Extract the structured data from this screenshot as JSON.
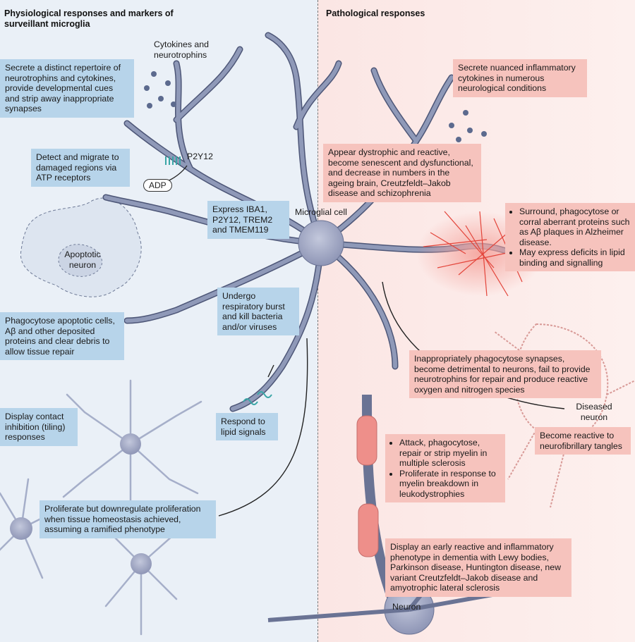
{
  "headers": {
    "left": "Physiological responses and markers of surveillant microglia",
    "right": "Pathological responses"
  },
  "labels": {
    "cytokines": "Cytokines and neurotrophins",
    "p2y12": "P2Y12",
    "adp": "ADP",
    "microglial_cell": "Microglial cell",
    "apoptotic_neuron": "Apoptotic neuron",
    "diseased_neuron": "Diseased neuron",
    "neuron": "Neuron"
  },
  "left_boxes": {
    "secrete": "Secrete a distinct repertoire of neurotrophins and cytokines, provide developmental cues and strip away inappropriate synapses",
    "detect": "Detect and migrate to damaged regions via ATP receptors",
    "express": "Express IBA1, P2Y12, TREM2 and TMEM119",
    "respiratory": "Undergo respiratory burst and kill bacteria and/or viruses",
    "phagocytose": "Phagocytose apoptotic cells, Aβ and other deposited proteins and clear debris to allow tissue repair",
    "tiling": "Display contact inhibition (tiling) responses",
    "lipid": "Respond to lipid signals",
    "proliferate": "Proliferate but downregulate proliferation when tissue homeostasis achieved, assuming a ramified phenotype"
  },
  "right_boxes": {
    "nuanced": "Secrete nuanced inflammatory cytokines in numerous neurological conditions",
    "dystrophic": "Appear dystrophic and reactive, become senescent and dysfunctional, and decrease in numbers in the ageing brain, Creutzfeldt–Jakob disease and schizophrenia",
    "surround": [
      "Surround, phagocytose or corral aberrant proteins such as Aβ plaques in Alzheimer disease.",
      "May express deficits in lipid binding and signalling"
    ],
    "synapses": "Inappropriately phagocytose synapses, become detrimental to neurons, fail to provide neurotrophins for repair and produce reactive oxygen and nitrogen species",
    "tangles": "Become reactive to neurofibrillary tangles",
    "myelin": [
      "Attack, phagocytose, repair or strip myelin in multiple sclerosis",
      "Proliferate in response to myelin breakdown in leukodystrophies"
    ],
    "early": "Display an early reactive and inflammatory phenotype in dementia with Lewy bodies, Parkinson disease, Huntington disease, new variant Creutzfeldt–Jakob disease and amyotrophic lateral sclerosis"
  },
  "colors": {
    "cell_fill": "#8f99b8",
    "cell_stroke": "#4d5677",
    "soma": "#a9b0cb",
    "blue_box": "#b7d4ea",
    "pink_box": "#f6c3bd",
    "myelin": "#ee8f8a",
    "plaque": "#e3443a"
  }
}
